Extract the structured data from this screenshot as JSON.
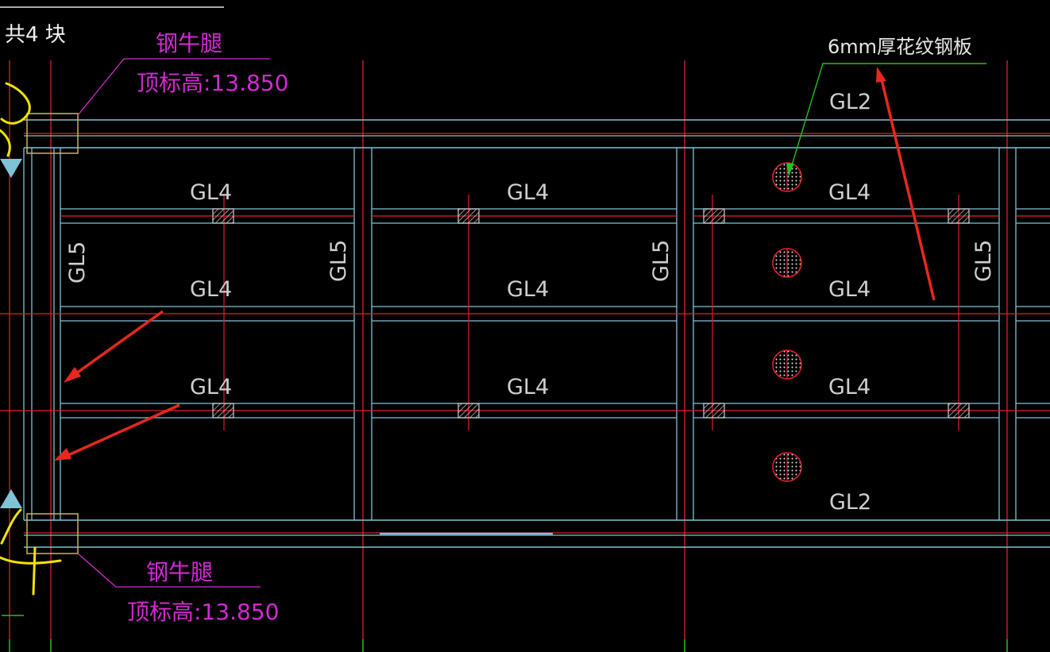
{
  "colors": {
    "background": "#000000",
    "beam": "#7fc3d6",
    "axis": "#e0202a",
    "annotation": "#d22ad2",
    "leader_green": "#22c022",
    "highlight_yellow": "#f2e400",
    "arrow_red": "#e8281e",
    "bracket_yellow": "#c8b65a"
  },
  "header": {
    "count_note": "共4 块"
  },
  "brackets": {
    "top": {
      "name": "钢牛腿",
      "elevation": "顶标高:13.850"
    },
    "bottom": {
      "name": "钢牛腿",
      "elevation": "顶标高:13.850"
    }
  },
  "plate_note": "6mm厚花纹钢板",
  "beam_labels": {
    "gl2_top": "GL2",
    "gl2_bottom": "GL2",
    "gl4": [
      "GL4",
      "GL4",
      "GL4",
      "GL4",
      "GL4",
      "GL4",
      "GL4",
      "GL4",
      "GL4"
    ],
    "gl5": [
      "GL5",
      "GL5",
      "GL5",
      "GL5"
    ]
  },
  "icons": [
    "up-triangle-icon",
    "down-triangle-icon",
    "red-arrow-icon",
    "hatched-circle-icon",
    "hatched-square-icon"
  ]
}
